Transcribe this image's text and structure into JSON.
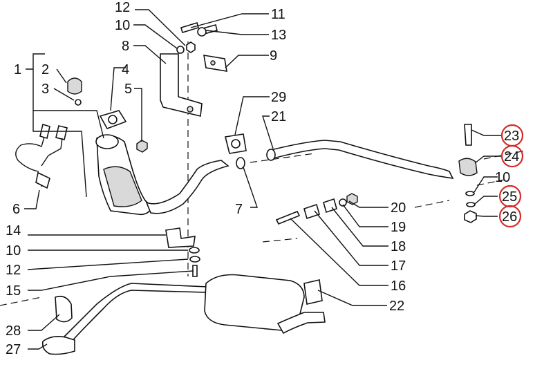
{
  "callouts": [
    {
      "id": "c1",
      "text": "1"
    },
    {
      "id": "c2",
      "text": "2"
    },
    {
      "id": "c3",
      "text": "3"
    },
    {
      "id": "c4",
      "text": "4"
    },
    {
      "id": "c5",
      "text": "5"
    },
    {
      "id": "c6",
      "text": "6"
    },
    {
      "id": "c7",
      "text": "7"
    },
    {
      "id": "c8",
      "text": "8"
    },
    {
      "id": "c9",
      "text": "9"
    },
    {
      "id": "c10a",
      "text": "10"
    },
    {
      "id": "c10b",
      "text": "10"
    },
    {
      "id": "c10c",
      "text": "10"
    },
    {
      "id": "c11",
      "text": "11"
    },
    {
      "id": "c12a",
      "text": "12"
    },
    {
      "id": "c12b",
      "text": "12"
    },
    {
      "id": "c13",
      "text": "13"
    },
    {
      "id": "c14",
      "text": "14"
    },
    {
      "id": "c15",
      "text": "15"
    },
    {
      "id": "c16",
      "text": "16"
    },
    {
      "id": "c17",
      "text": "17"
    },
    {
      "id": "c18",
      "text": "18"
    },
    {
      "id": "c19",
      "text": "19"
    },
    {
      "id": "c20",
      "text": "20"
    },
    {
      "id": "c21",
      "text": "21"
    },
    {
      "id": "c22",
      "text": "22"
    },
    {
      "id": "c23",
      "text": "23"
    },
    {
      "id": "c24",
      "text": "24"
    },
    {
      "id": "c25",
      "text": "25"
    },
    {
      "id": "c26",
      "text": "26"
    },
    {
      "id": "c27",
      "text": "27"
    },
    {
      "id": "c28",
      "text": "28"
    },
    {
      "id": "c29",
      "text": "29"
    }
  ],
  "highlighted": [
    "23",
    "24",
    "25",
    "26"
  ],
  "colors": {
    "ink": "#111111",
    "highlight": "#d62a2a",
    "shade": "#d9d9d9"
  }
}
